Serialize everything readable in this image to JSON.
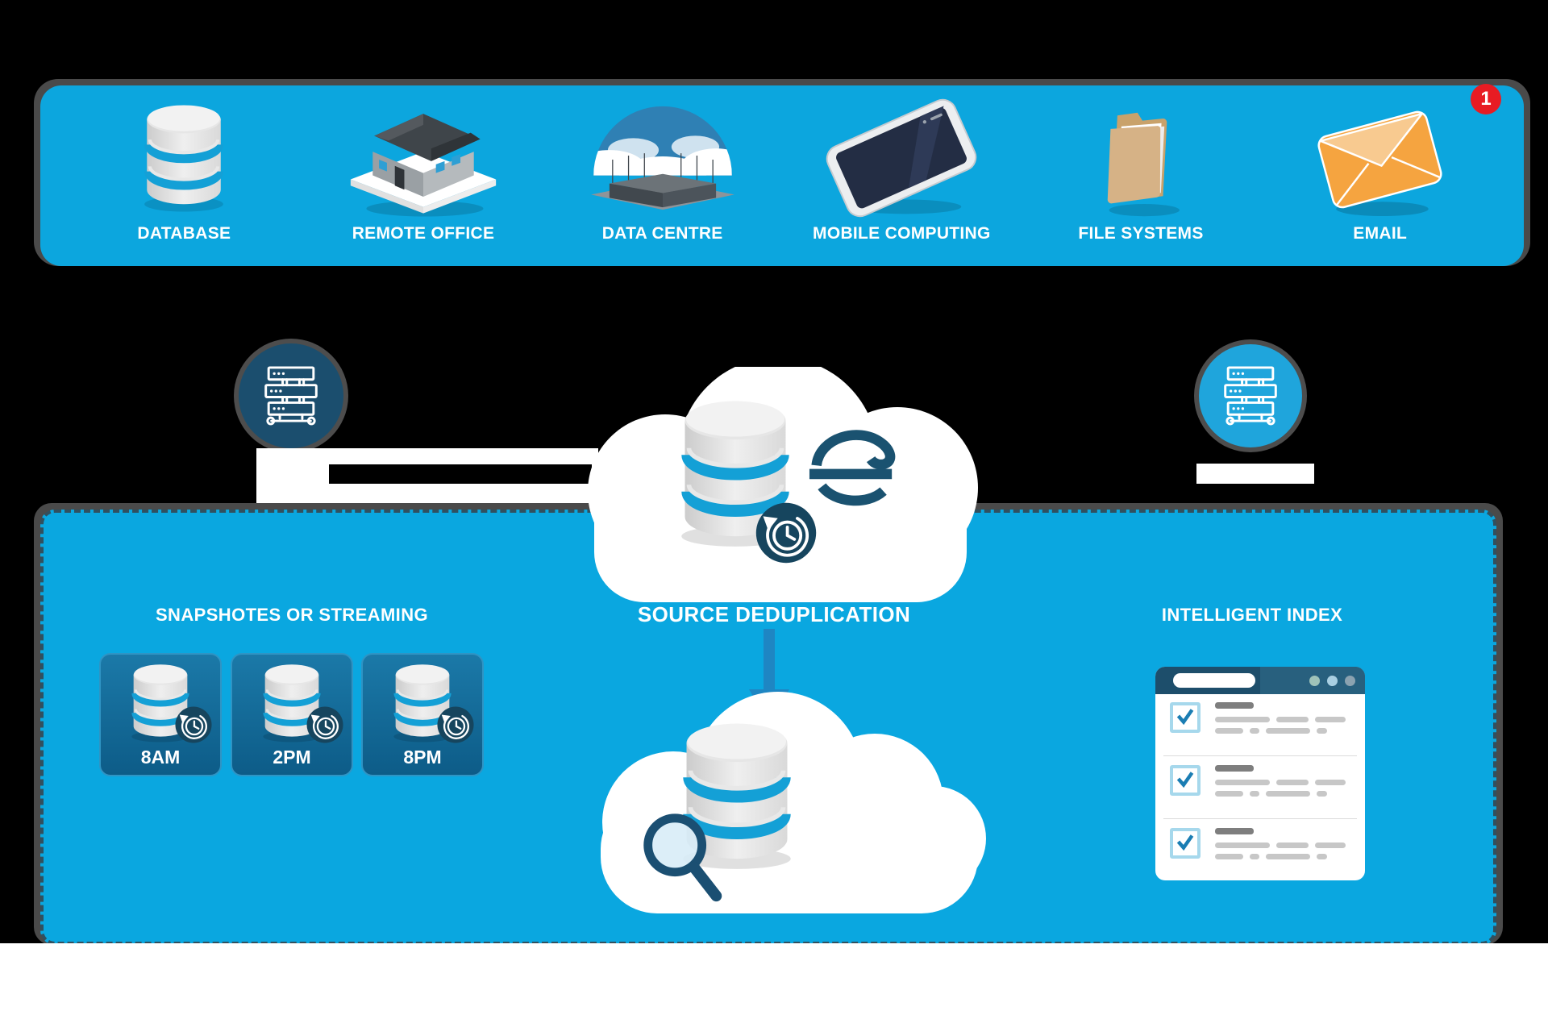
{
  "colors": {
    "background": "#000000",
    "bar_blue": "#0ca6de",
    "panel_blue": "#0aa7e0",
    "shadow_gray": "#4a4a4a",
    "dashed_border": "#31505f",
    "navy": "#1b4f72",
    "dark_circle": "#1b4e6e",
    "light_circle": "#1fa5dc",
    "db_stripe_cyan": "#14a0d6",
    "card_blue_top": "#1b79a8",
    "card_blue_bottom": "#0d5c88",
    "arrow_blue": "#1e86c3",
    "badge_red": "#e81c23",
    "envelope_orange": "#f5a440",
    "folder_tan": "#c9a26b",
    "check_blue": "#1a7db3",
    "checkbox_border": "#a6d8ec"
  },
  "topbar": {
    "items": [
      {
        "label": "DATABASE",
        "icon": "database-icon"
      },
      {
        "label": "REMOTE OFFICE",
        "icon": "house-icon"
      },
      {
        "label": "DATA CENTRE",
        "icon": "datacentre-icon"
      },
      {
        "label": "MOBILE COMPUTING",
        "icon": "phone-icon"
      },
      {
        "label": "FILE SYSTEMS",
        "icon": "folder-icon"
      },
      {
        "label": "EMAIL",
        "icon": "envelope-icon"
      }
    ],
    "email_badge": "1"
  },
  "flow": {
    "source_label": "SOURCE DEDUPLICATION"
  },
  "panel": {
    "snapshots": {
      "title": "SNAPSHOTES OR STREAMING",
      "cards": [
        {
          "time": "8AM"
        },
        {
          "time": "2PM"
        },
        {
          "time": "8PM"
        }
      ]
    },
    "index": {
      "title": "INTELLIGENT INDEX"
    }
  }
}
